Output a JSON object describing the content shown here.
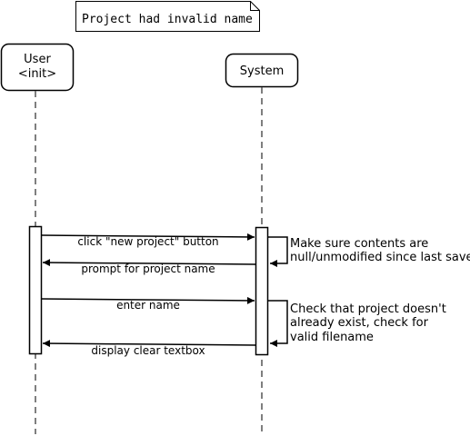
{
  "note": {
    "text": "Project had invalid name"
  },
  "participants": [
    {
      "id": "user",
      "name": "User",
      "stereotype": "<init>"
    },
    {
      "id": "system",
      "name": "System"
    }
  ],
  "messages": [
    {
      "from": "user",
      "to": "system",
      "label": "click \"new project\" button"
    },
    {
      "from": "system",
      "to": "user",
      "label": "prompt for project name"
    },
    {
      "from": "user",
      "to": "system",
      "label": "enter name"
    },
    {
      "from": "system",
      "to": "user",
      "label": "display clear textbox"
    }
  ],
  "self_messages": [
    {
      "participant": "system",
      "lines": [
        "Make sure contents are",
        "null/unmodified since last save"
      ]
    },
    {
      "participant": "system",
      "lines": [
        "Check that project doesn't",
        "already exist, check for",
        "valid filename"
      ]
    }
  ]
}
